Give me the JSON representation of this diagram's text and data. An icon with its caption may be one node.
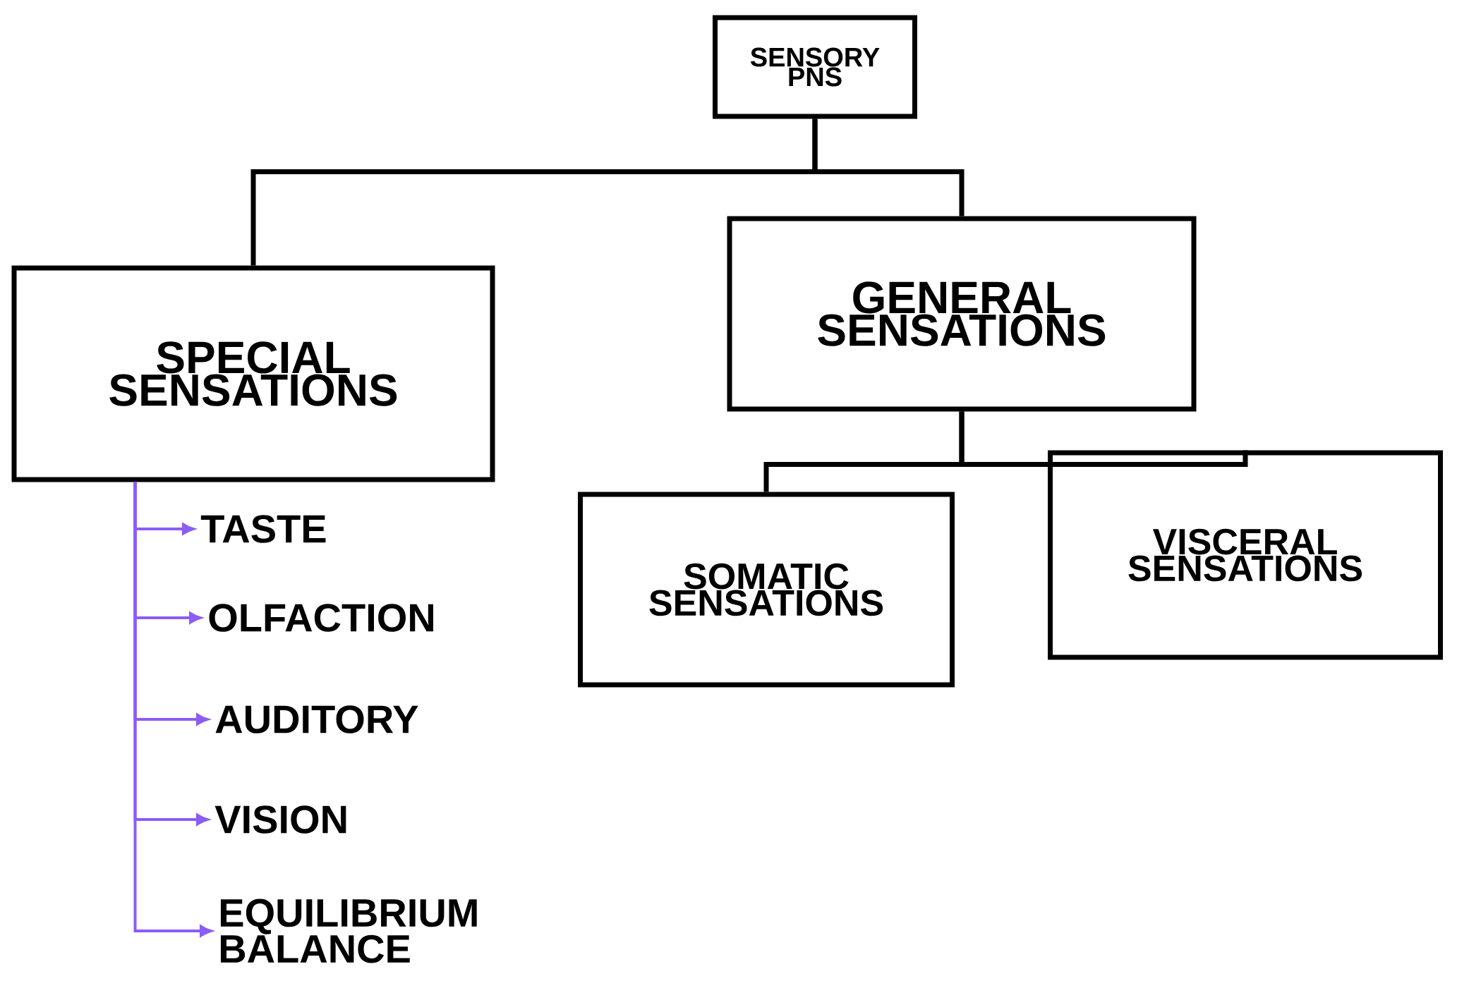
{
  "diagram": {
    "nodes": [
      {
        "text": [
          "SENSORY PNS"
        ]
      },
      {
        "text": [
          "SPECIAL SENSATIONS"
        ]
      },
      {
        "text": [
          "GENERAL SENSATIONS"
        ]
      },
      {
        "text": [
          "SOMATIC SENSATIONS"
        ]
      },
      {
        "text": [
          "VISCERAL SENSATIONS"
        ]
      },
      {
        "text": [
          "TASTE"
        ]
      },
      {
        "text": [
          "OLFACTION"
        ]
      },
      {
        "text": [
          "AUDITORY"
        ]
      },
      {
        "text": [
          "VISION"
        ]
      },
      {
        "text": [
          "EQUILIBRIUM BALANCE"
        ]
      }
    ],
    "edges": [
      {
        "from": 0,
        "to": 1,
        "arrow": "none",
        "color": "#000000"
      },
      {
        "from": 0,
        "to": 2,
        "arrow": "none",
        "color": "#000000"
      },
      {
        "from": 2,
        "to": 3,
        "arrow": "none",
        "color": "#000000"
      },
      {
        "from": 2,
        "to": 4,
        "arrow": "none",
        "color": "#000000"
      },
      {
        "from": 1,
        "to": 5,
        "arrow": "to",
        "color": "#8b5cf6"
      },
      {
        "from": 1,
        "to": 6,
        "arrow": "to",
        "color": "#8b5cf6"
      },
      {
        "from": 1,
        "to": 7,
        "arrow": "to",
        "color": "#8b5cf6"
      },
      {
        "from": 1,
        "to": 8,
        "arrow": "to",
        "color": "#8b5cf6"
      },
      {
        "from": 1,
        "to": 9,
        "arrow": "to",
        "color": "#8b5cf6"
      }
    ]
  }
}
